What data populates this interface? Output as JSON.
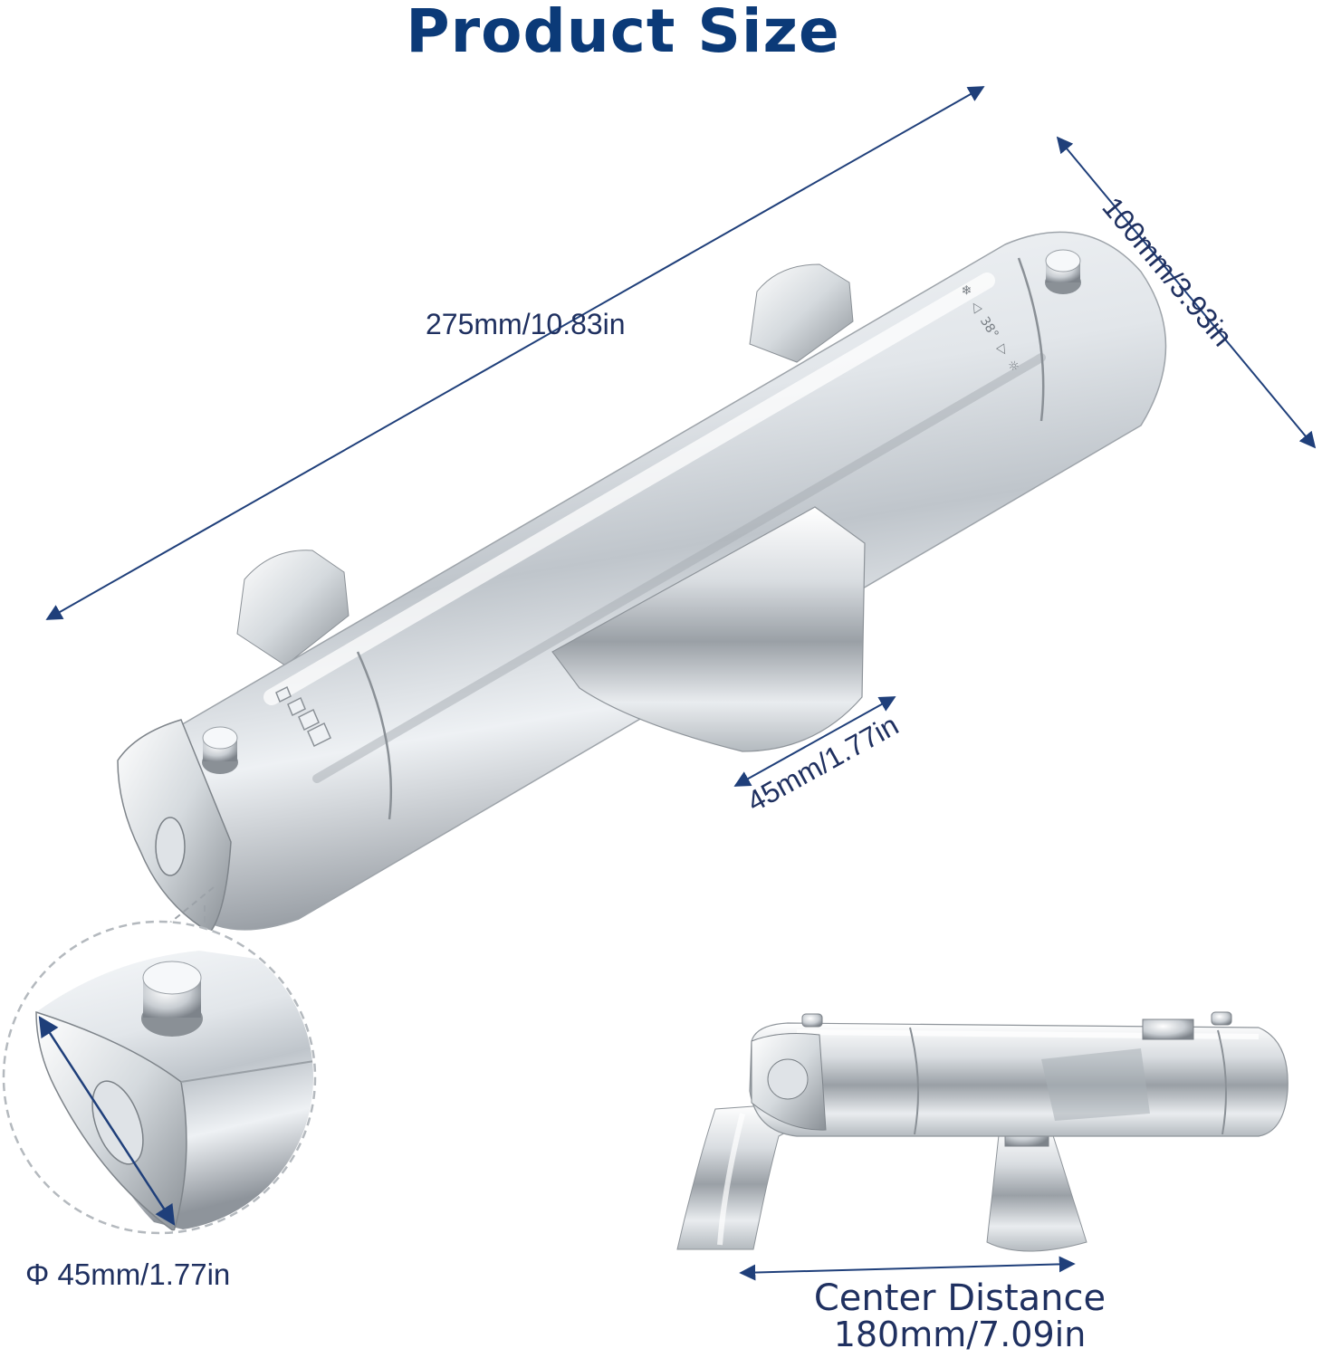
{
  "title": "Product Size",
  "dimensions": {
    "length": "275mm/10.83in",
    "height": "100mm/3.93in",
    "width": "45mm/1.77in",
    "diameter": "Φ 45mm/1.77in"
  },
  "center_distance": {
    "label": "Center Distance",
    "value": "180mm/7.09in"
  },
  "dial_markings": {
    "temperature": "38°"
  },
  "colors": {
    "title": "#0b3a78",
    "dimension_line": "#1f3f7a",
    "label_text": "#1f3060",
    "chrome_light": "#f4f6f8",
    "chrome_mid": "#c9ced4",
    "chrome_dark": "#6f757c"
  }
}
